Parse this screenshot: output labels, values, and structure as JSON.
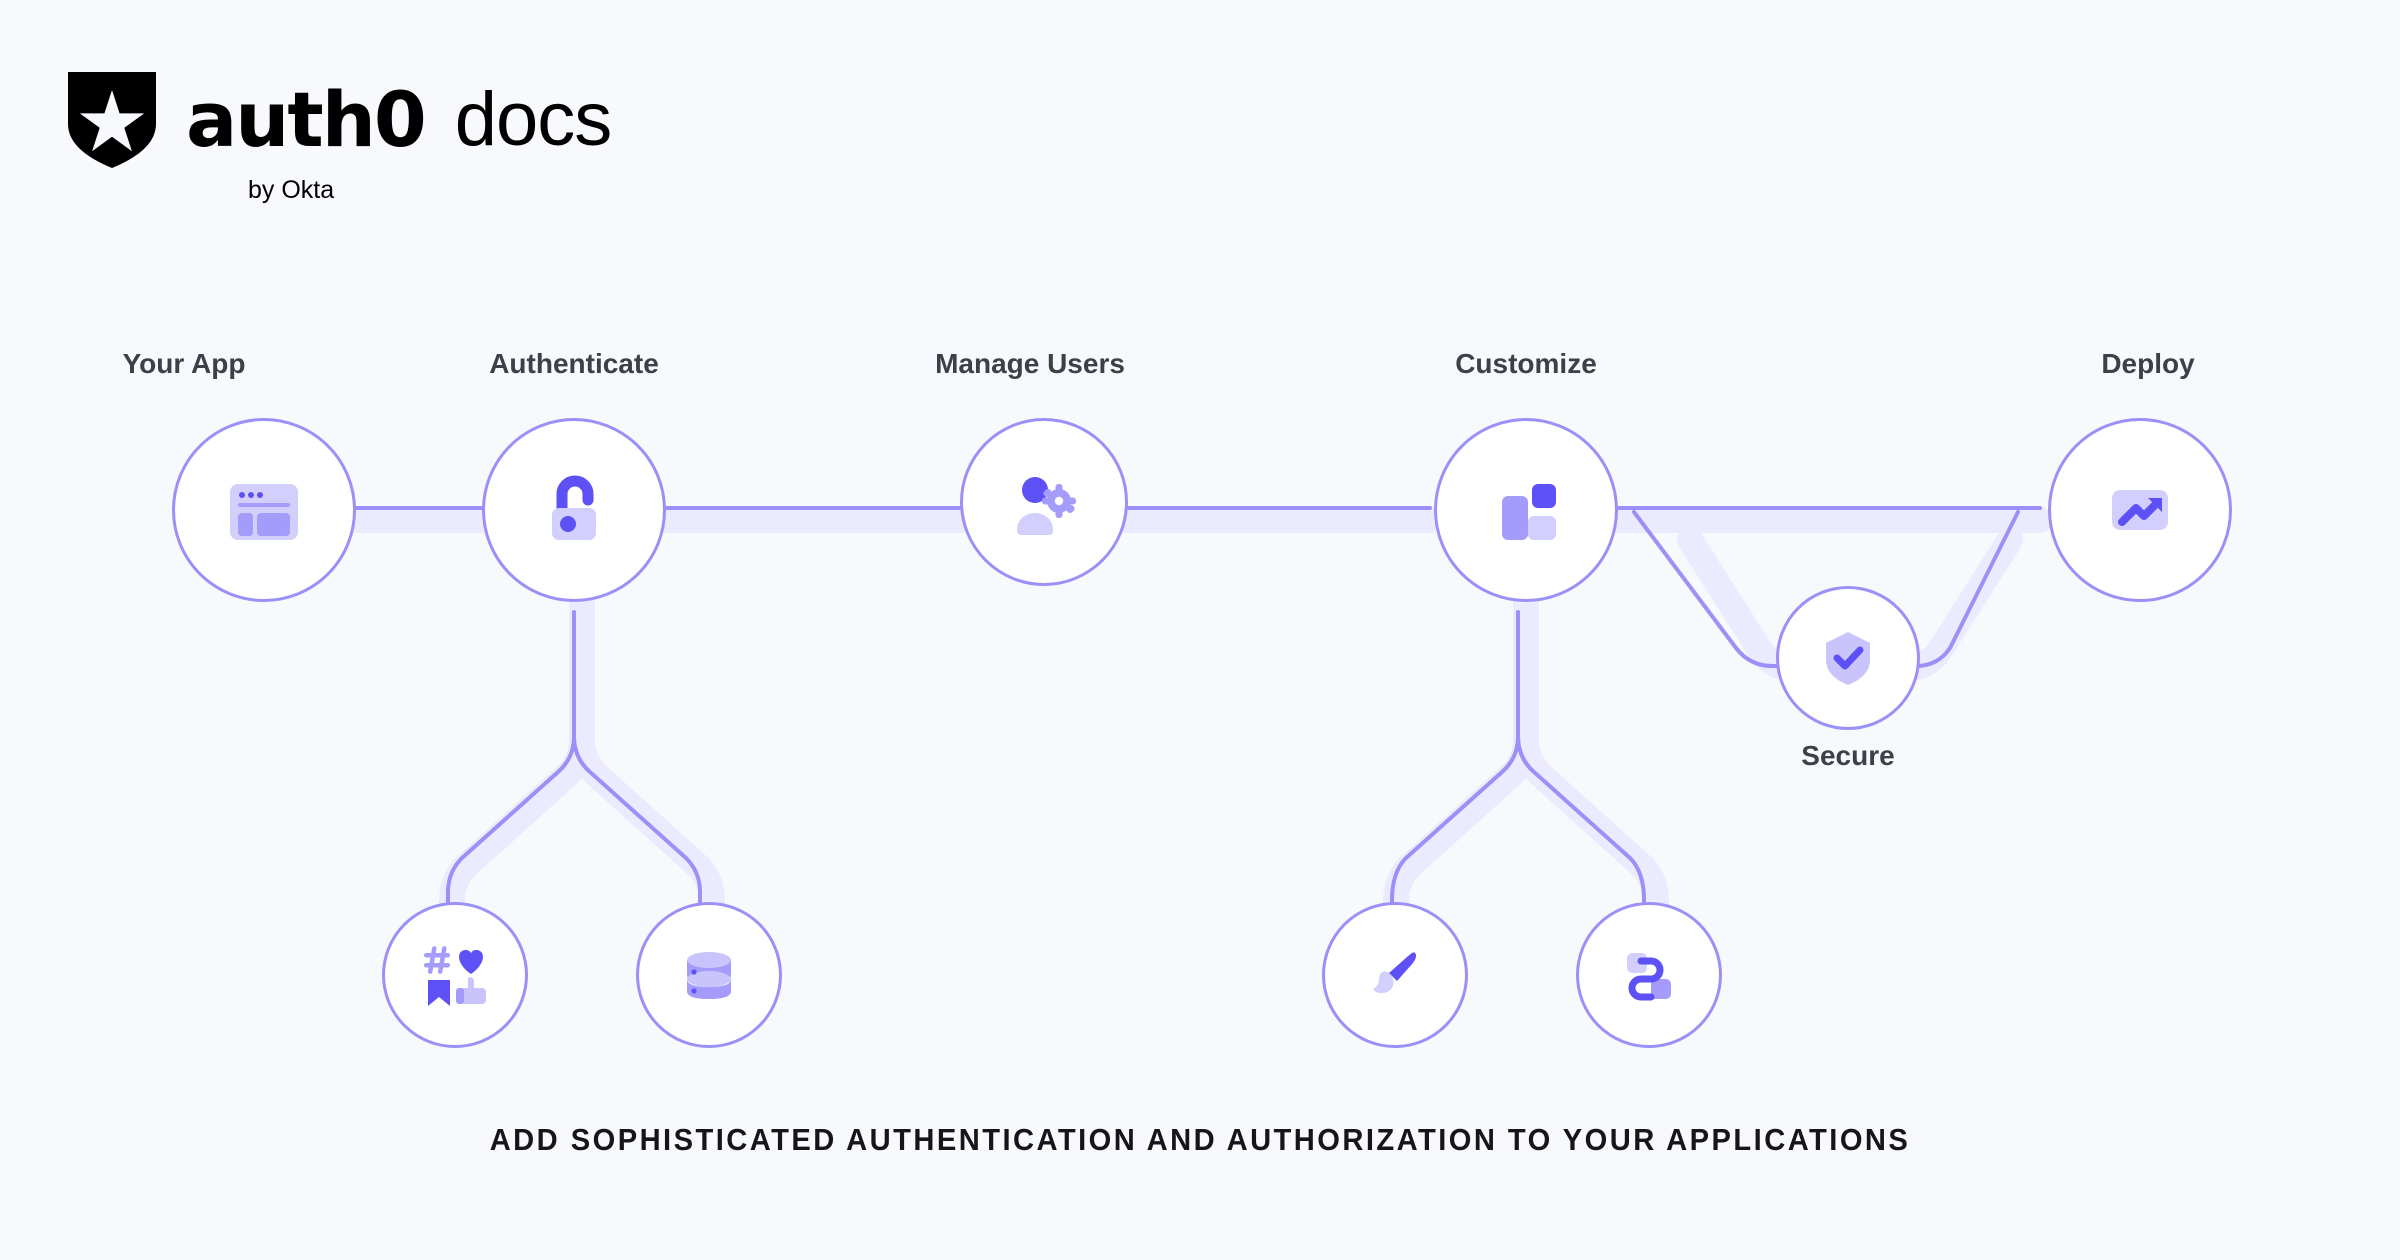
{
  "brand": {
    "logo_icon": "auth0-shield-star-logo",
    "wordmark": "auth0",
    "product": "docs",
    "subtitle": "by Okta"
  },
  "colors": {
    "background": "#f8f9fc",
    "accent_dark": "#5d51f5",
    "accent_mid": "#a49bfa",
    "accent_light": "#d3cffc",
    "node_stroke": "#9a90f8",
    "wire_shadow": "#eceaff",
    "label_text": "#3c4149",
    "caption_text": "#15151a"
  },
  "diagram": {
    "type": "flow-diagram",
    "nodes": [
      {
        "id": "your-app",
        "label": "Your App",
        "icon": "browser-window-icon",
        "label_position": "above",
        "size": "large"
      },
      {
        "id": "authenticate",
        "label": "Authenticate",
        "icon": "open-padlock-icon",
        "label_position": "above",
        "size": "large"
      },
      {
        "id": "manage-users",
        "label": "Manage Users",
        "icon": "user-gear-icon",
        "label_position": "above",
        "size": "large"
      },
      {
        "id": "customize",
        "label": "Customize",
        "icon": "layout-blocks-icon",
        "label_position": "above",
        "size": "large"
      },
      {
        "id": "deploy",
        "label": "Deploy",
        "icon": "trending-up-icon",
        "label_position": "above",
        "size": "large"
      },
      {
        "id": "secure",
        "label": "Secure",
        "icon": "shield-check-icon",
        "label_position": "below",
        "size": "medium"
      },
      {
        "id": "social",
        "label": "",
        "icon": "social-icons",
        "label_position": "none",
        "size": "small"
      },
      {
        "id": "database",
        "label": "",
        "icon": "database-icon",
        "label_position": "none",
        "size": "small"
      },
      {
        "id": "branding",
        "label": "",
        "icon": "paintbrush-icon",
        "label_position": "none",
        "size": "small"
      },
      {
        "id": "flows",
        "label": "",
        "icon": "flow-connector-icon",
        "label_position": "none",
        "size": "small"
      }
    ],
    "edges": [
      {
        "from": "your-app",
        "to": "authenticate"
      },
      {
        "from": "authenticate",
        "to": "manage-users"
      },
      {
        "from": "manage-users",
        "to": "customize"
      },
      {
        "from": "customize",
        "to": "deploy"
      },
      {
        "from": "customize",
        "to": "secure"
      },
      {
        "from": "secure",
        "to": "deploy"
      },
      {
        "from": "authenticate",
        "to": "social"
      },
      {
        "from": "authenticate",
        "to": "database"
      },
      {
        "from": "customize",
        "to": "branding"
      },
      {
        "from": "customize",
        "to": "flows"
      }
    ]
  },
  "caption": "ADD SOPHISTICATED AUTHENTICATION AND AUTHORIZATION TO YOUR APPLICATIONS"
}
